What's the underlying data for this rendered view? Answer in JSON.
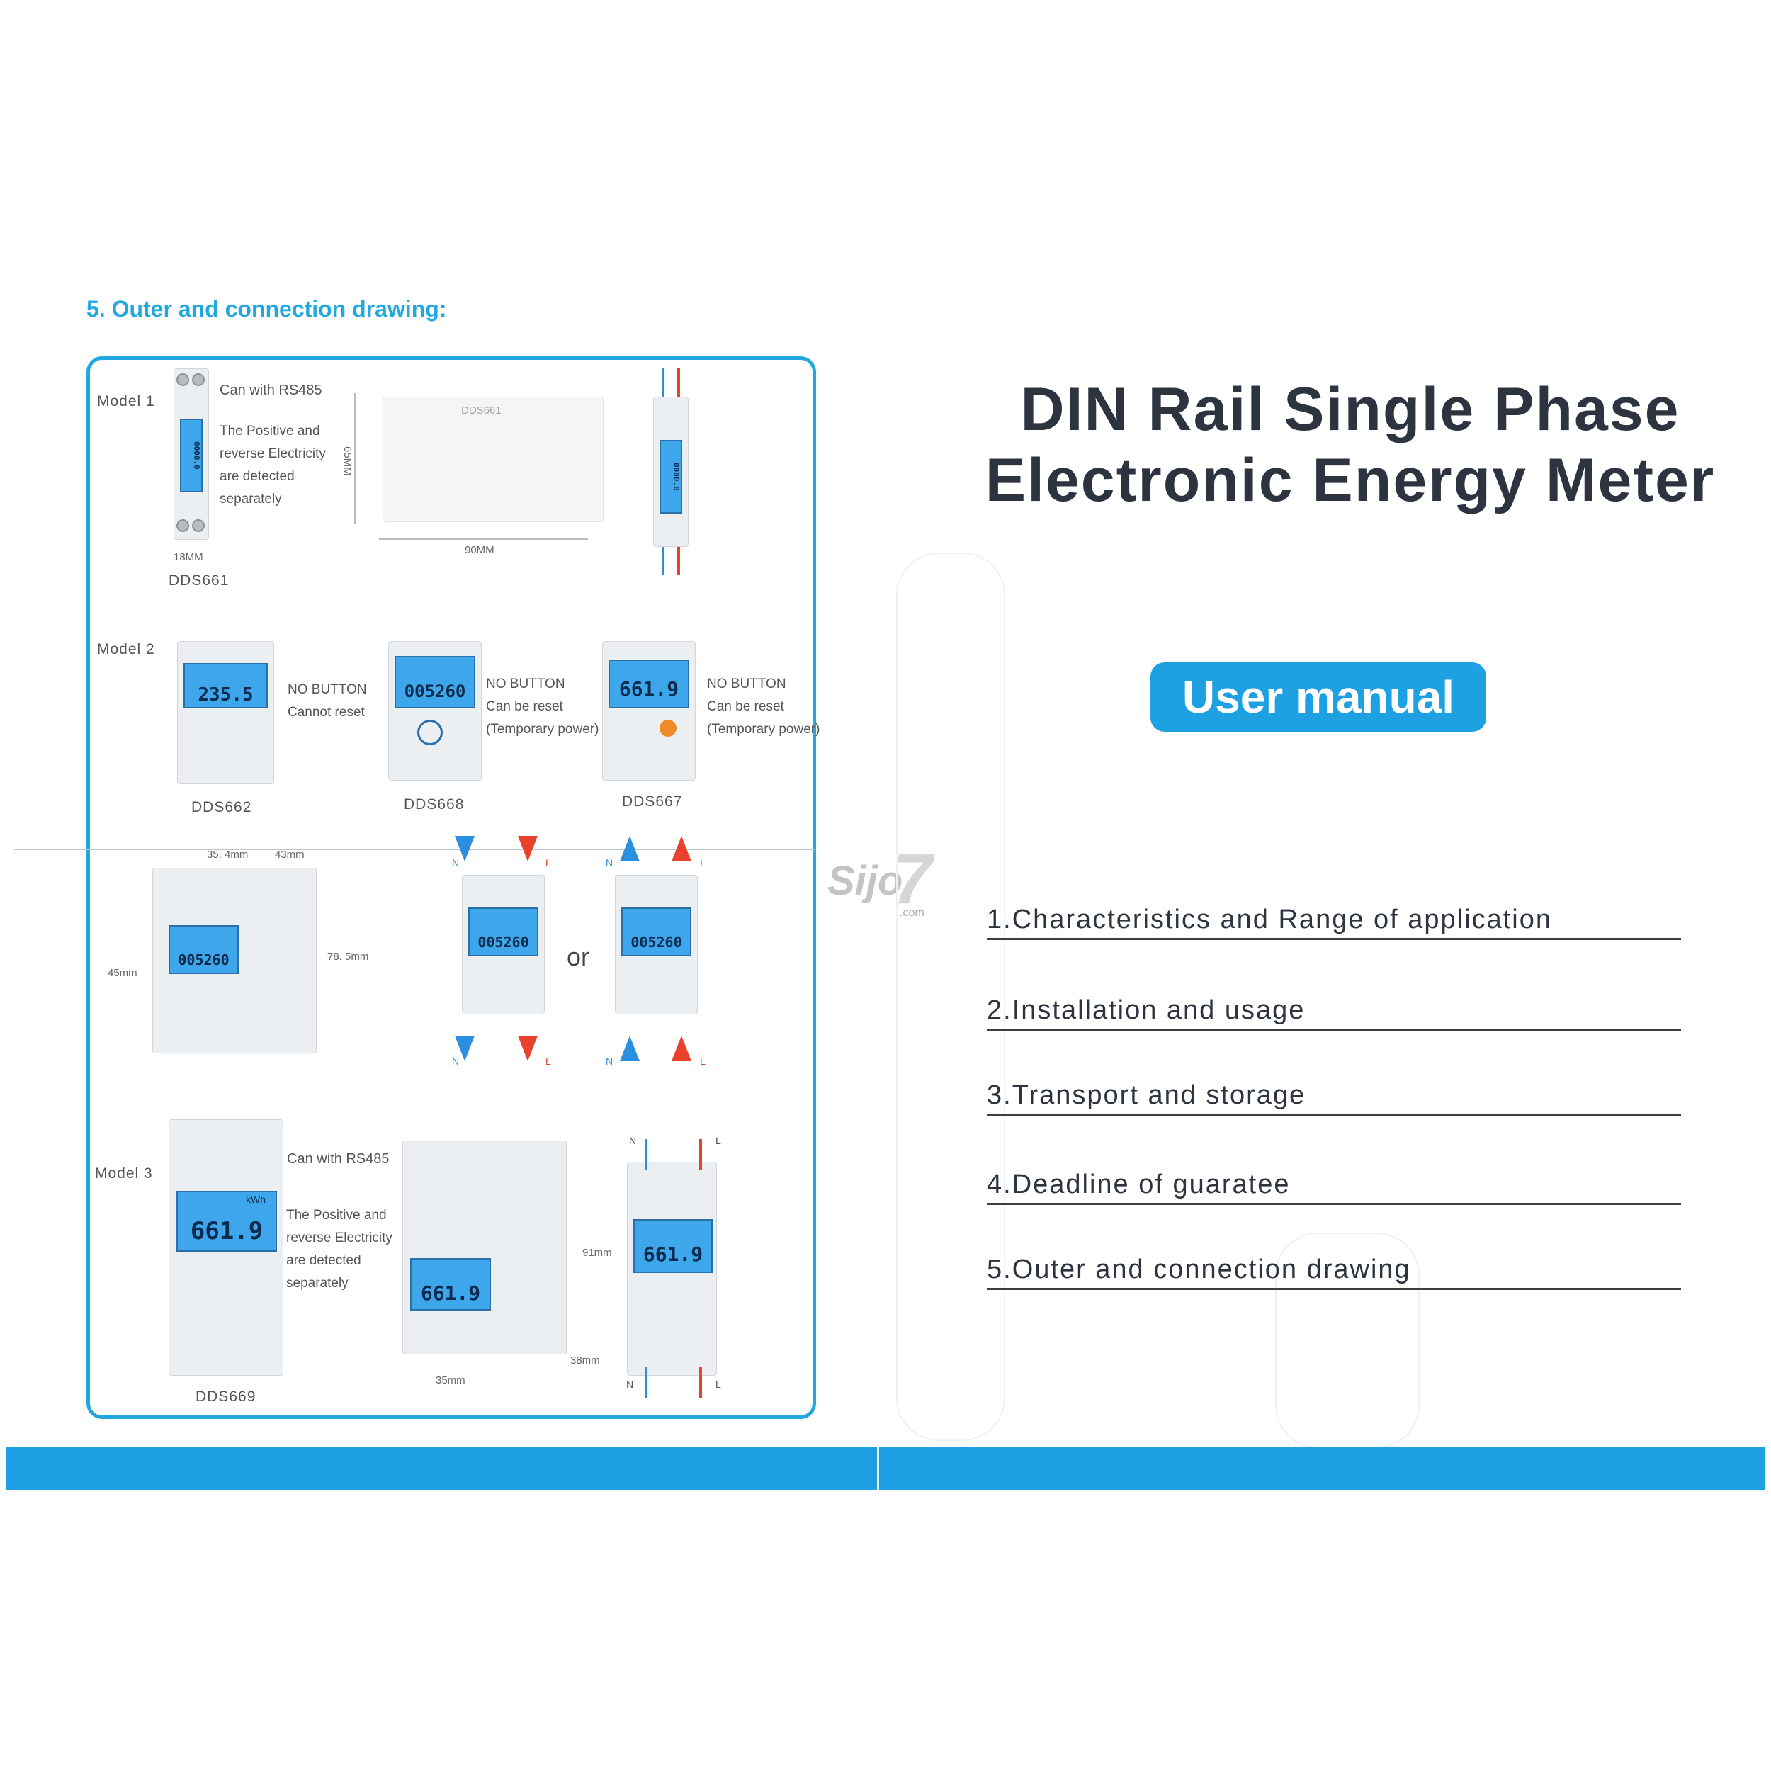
{
  "left_page": {
    "section_title": "5. Outer and connection drawing:",
    "model1": {
      "label": "Model 1",
      "rs485": "Can with RS485",
      "note_lines": [
        "The Positive and",
        "reverse Electricity",
        "are detected",
        "separately"
      ],
      "width_dim": "18MM",
      "height_dim": "65MM",
      "depth_dim": "90MM",
      "name": "DDS661",
      "device_label": "DDS661",
      "lcd": "0000.0"
    },
    "model2": {
      "label": "Model 2",
      "dds662": {
        "name": "DDS662",
        "lcd": "235.5",
        "note_lines": [
          "NO BUTTON",
          "Cannot reset"
        ]
      },
      "dds668": {
        "name": "DDS668",
        "lcd": "005260",
        "note_lines": [
          "NO BUTTON",
          "Can be reset",
          "(Temporary power)"
        ]
      },
      "dds667": {
        "name": "DDS667",
        "lcd": "661.9",
        "note_lines": [
          "NO BUTTON",
          "Can be reset",
          "(Temporary power)"
        ]
      }
    },
    "dimensions_row": {
      "dim_top_1": "35. 4mm",
      "dim_top_2": "43mm",
      "dim_left": "45mm",
      "dim_right": "78. 5mm",
      "lcd": "005260",
      "or": "or",
      "n": "N",
      "l": "L"
    },
    "model3": {
      "label": "Model 3",
      "rs485": "Can with RS485",
      "note_lines": [
        "The Positive and",
        "reverse Electricity",
        "are detected",
        "separately"
      ],
      "name": "DDS669",
      "lcd": "661.9",
      "lcd_unit": "kWh",
      "dim_height": "91mm",
      "dim_depth": "38mm",
      "dim_width": "35mm",
      "n": "N",
      "l": "L"
    }
  },
  "right_page": {
    "title_line1": "DIN Rail Single Phase",
    "title_line2": "Electronic Energy Meter",
    "button": "User manual",
    "toc": [
      "1.Characteristics and Range of application",
      "2.Installation and usage",
      "3.Transport and storage",
      "4.Deadline of guaratee",
      "5.Outer and connection drawing"
    ]
  },
  "watermark": {
    "text": "Sijo",
    "digit": "7",
    "suffix": ".com"
  },
  "colors": {
    "accent": "#22a8e0",
    "bar": "#1e9fe3",
    "arrow_blue": "#2b8fe0",
    "arrow_red": "#e8412c"
  }
}
